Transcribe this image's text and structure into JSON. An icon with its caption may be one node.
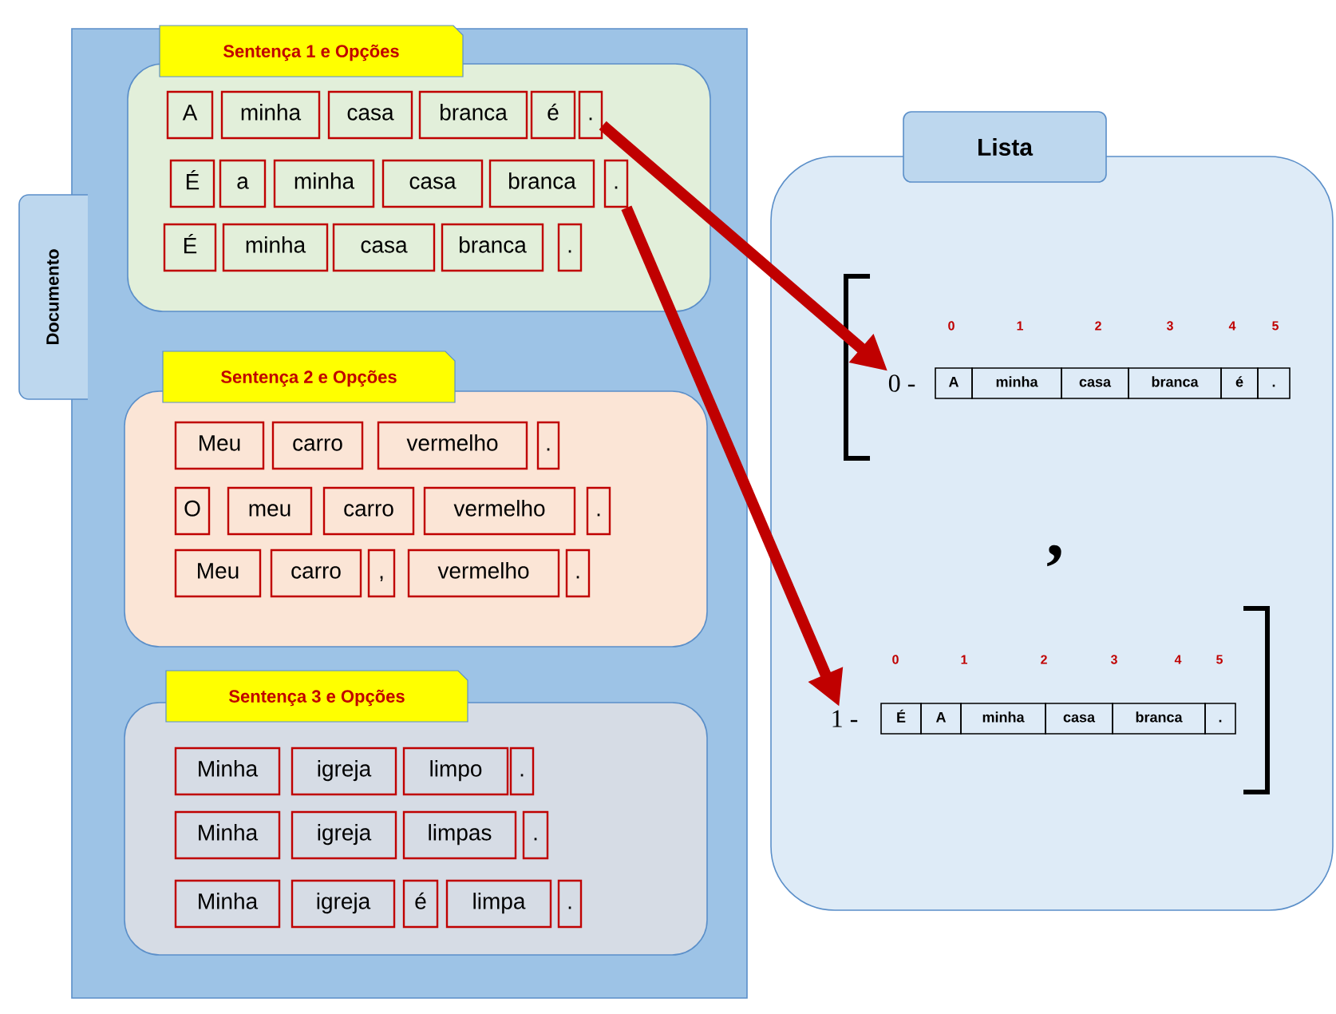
{
  "diagram": {
    "nodes": [
      {
        "text": [
          "Documento"
        ]
      },
      {
        "text": [
          "Sentença 1 e Opções"
        ],
        "in": 0
      },
      {
        "text": [
          "A"
        ],
        "in": 1
      },
      {
        "text": [
          "minha"
        ],
        "in": 1
      },
      {
        "text": [
          "casa"
        ],
        "in": 1
      },
      {
        "text": [
          "branca"
        ],
        "in": 1
      },
      {
        "text": [
          "é"
        ],
        "in": 1
      },
      {
        "text": [
          "."
        ],
        "in": 1
      },
      {
        "text": [
          "É"
        ],
        "in": 1
      },
      {
        "text": [
          "a"
        ],
        "in": 1
      },
      {
        "text": [
          "minha"
        ],
        "in": 1
      },
      {
        "text": [
          "casa"
        ],
        "in": 1
      },
      {
        "text": [
          "branca"
        ],
        "in": 1
      },
      {
        "text": [
          "."
        ],
        "in": 1
      },
      {
        "text": [
          "É"
        ],
        "in": 1
      },
      {
        "text": [
          "minha"
        ],
        "in": 1
      },
      {
        "text": [
          "casa"
        ],
        "in": 1
      },
      {
        "text": [
          "branca"
        ],
        "in": 1
      },
      {
        "text": [
          "."
        ],
        "in": 1
      },
      {
        "text": [
          "Sentença 2 e Opções"
        ],
        "in": 0
      },
      {
        "text": [
          "Meu"
        ],
        "in": 19
      },
      {
        "text": [
          "carro"
        ],
        "in": 19
      },
      {
        "text": [
          "vermelho"
        ],
        "in": 19
      },
      {
        "text": [
          "."
        ],
        "in": 19
      },
      {
        "text": [
          "O"
        ],
        "in": 19
      },
      {
        "text": [
          "meu"
        ],
        "in": 19
      },
      {
        "text": [
          "carro"
        ],
        "in": 19
      },
      {
        "text": [
          "vermelho"
        ],
        "in": 19
      },
      {
        "text": [
          "."
        ],
        "in": 19
      },
      {
        "text": [
          "Meu"
        ],
        "in": 19
      },
      {
        "text": [
          "carro"
        ],
        "in": 19
      },
      {
        "text": [
          ","
        ],
        "in": 19
      },
      {
        "text": [
          "vermelho"
        ],
        "in": 19
      },
      {
        "text": [
          "."
        ],
        "in": 19
      },
      {
        "text": [
          "Sentença 3 e Opções"
        ],
        "in": 0
      },
      {
        "text": [
          "Minha"
        ],
        "in": 34
      },
      {
        "text": [
          "igreja"
        ],
        "in": 34
      },
      {
        "text": [
          "limpo"
        ],
        "in": 34
      },
      {
        "text": [
          "."
        ],
        "in": 34
      },
      {
        "text": [
          "Minha"
        ],
        "in": 34
      },
      {
        "text": [
          "igreja"
        ],
        "in": 34
      },
      {
        "text": [
          "limpas"
        ],
        "in": 34
      },
      {
        "text": [
          "."
        ],
        "in": 34
      },
      {
        "text": [
          "Minha"
        ],
        "in": 34
      },
      {
        "text": [
          "igreja"
        ],
        "in": 34
      },
      {
        "text": [
          "é"
        ],
        "in": 34
      },
      {
        "text": [
          "limpa"
        ],
        "in": 34
      },
      {
        "text": [
          "."
        ],
        "in": 34
      },
      {
        "text": [
          "Lista"
        ]
      },
      {
        "text": [
          "0 -"
        ],
        "in": 48
      },
      {
        "text": [
          "A"
        ],
        "in": 48
      },
      {
        "text": [
          "minha"
        ],
        "in": 48
      },
      {
        "text": [
          "casa"
        ],
        "in": 48
      },
      {
        "text": [
          "branca"
        ],
        "in": 48
      },
      {
        "text": [
          "é"
        ],
        "in": 48
      },
      {
        "text": [
          "."
        ],
        "in": 48
      },
      {
        "text": [
          "1 -"
        ],
        "in": 48
      },
      {
        "text": [
          "É"
        ],
        "in": 48
      },
      {
        "text": [
          "A"
        ],
        "in": 48
      },
      {
        "text": [
          "minha"
        ],
        "in": 48
      },
      {
        "text": [
          "casa"
        ],
        "in": 48
      },
      {
        "text": [
          "branca"
        ],
        "in": 48
      },
      {
        "text": [
          "."
        ],
        "in": 48
      }
    ],
    "edges": [
      {
        "from": 7,
        "to": 49,
        "arrow": "to",
        "color": "#c00000"
      },
      {
        "from": 13,
        "to": 56,
        "arrow": "to",
        "color": "#c00000"
      }
    ],
    "labels": [
      "0",
      "1",
      "2",
      "3",
      "4",
      "5",
      ",",
      "0",
      "1",
      "2",
      "3",
      "4",
      "5"
    ]
  }
}
